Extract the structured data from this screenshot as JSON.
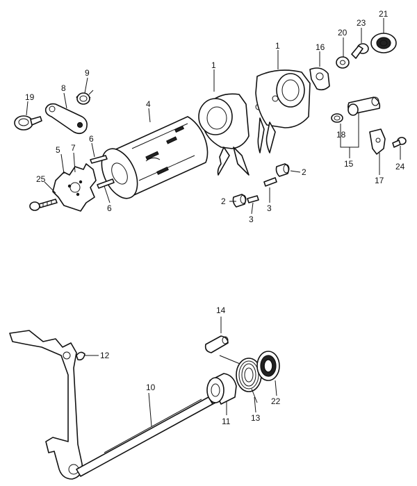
{
  "diagram": {
    "callouts": {
      "c1a": "1",
      "c1b": "1",
      "c2a": "2",
      "c2b": "2",
      "c3a": "3",
      "c3b": "3",
      "c4": "4",
      "c5": "5",
      "c6a": "6",
      "c6b": "6",
      "c7": "7",
      "c8": "8",
      "c9": "9",
      "c10": "10",
      "c11": "11",
      "c12": "12",
      "c13": "13",
      "c14": "14",
      "c15": "15",
      "c16": "16",
      "c17": "17",
      "c18": "18",
      "c19": "19",
      "c20": "20",
      "c21": "21",
      "c22": "22",
      "c23": "23",
      "c24": "24",
      "c25": "25"
    }
  },
  "colors": {
    "ink": "#111111",
    "paper": "#ffffff"
  }
}
